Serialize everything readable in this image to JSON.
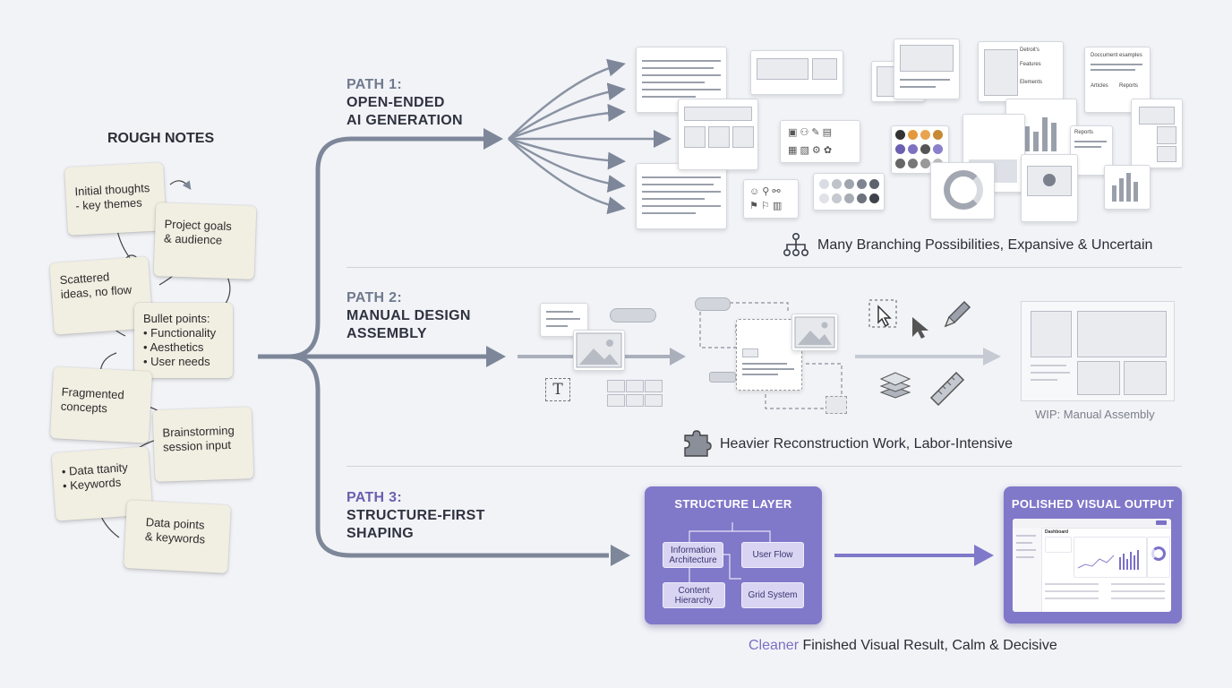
{
  "rough_notes": {
    "title": "ROUGH NOTES",
    "notes": [
      "Initial thoughts\n- key themes",
      "Project goals\n& audience",
      "Scattered\nideas, no flow",
      "Bullet points:\n• Functionality\n• Aesthetics\n• User needs",
      "Fragmented\nconcepts",
      "Brainstorming\nsession input",
      "• Data ttanity\n• Keywords",
      "Data points\n& keywords"
    ]
  },
  "paths": [
    {
      "num": "PATH 1:",
      "title": "OPEN-ENDED\nAI GENERATION",
      "caption": "Many Branching Possibilities, Expansive & Uncertain",
      "doc_labels": [
        "Detroit's",
        "Features",
        "Elements",
        "Doccument esamples",
        "Articles",
        "Reports",
        "Reports"
      ]
    },
    {
      "num": "PATH 2:",
      "title": "MANUAL DESIGN\nASSEMBLY",
      "caption": "Heavier Reconstruction Work, Labor-Intensive",
      "wip_label": "WIP: Manual Assembly"
    },
    {
      "num": "PATH 3:",
      "title": "STRUCTURE-FIRST\nSHAPING",
      "caption_accent": "Cleaner",
      "caption_rest": " Finished Visual Result, Calm & Decisive"
    }
  ],
  "structure_layer": {
    "title": "STRUCTURE LAYER",
    "boxes": [
      "Information\nArchitecture",
      "User Flow",
      "Content\nHierarchy",
      "Grid System"
    ]
  },
  "output_panel": {
    "title": "POLISHED VISUAL OUTPUT",
    "dashboard_heading": "Dashboard"
  },
  "colors": {
    "background": "#f2f3f7",
    "arrow_gray": "#7d8799",
    "path_purple": "#8078c9",
    "note_paper": "#f1eee2"
  },
  "icons": [
    "hierarchy-icon",
    "puzzle-icon",
    "cursor-icon",
    "pencil-icon",
    "layers-icon",
    "ruler-icon",
    "text-tool-icon"
  ]
}
